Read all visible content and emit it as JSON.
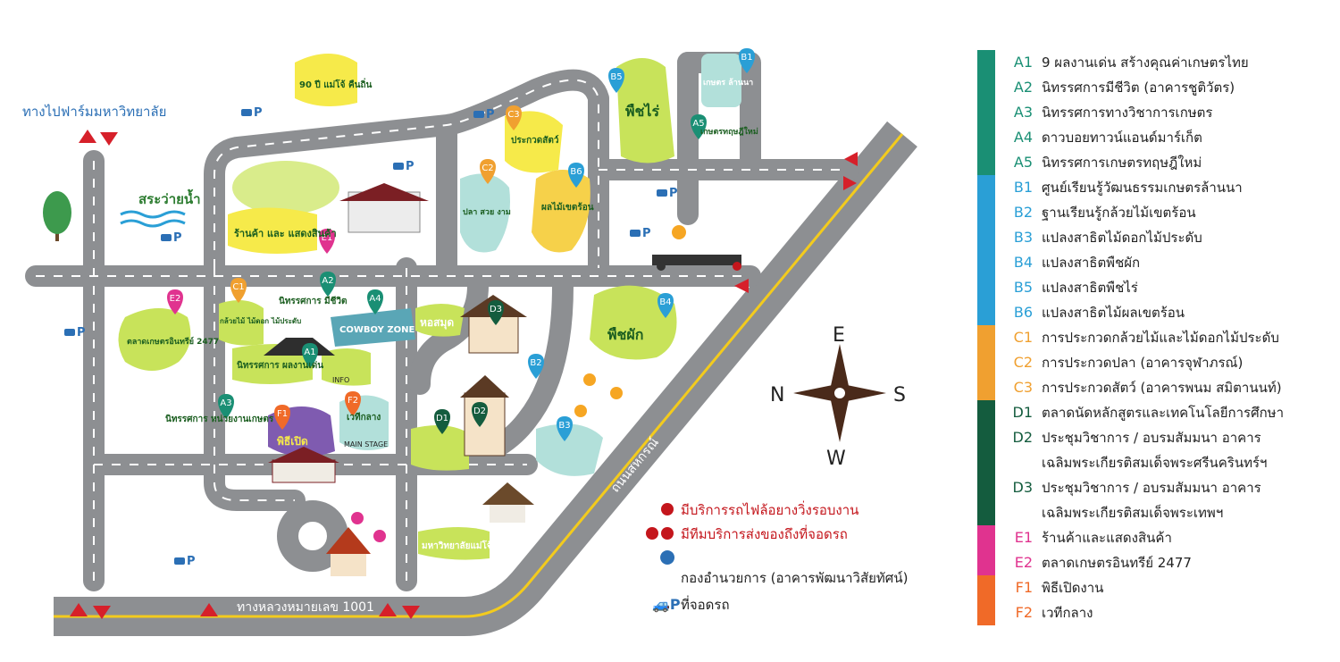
{
  "labels": {
    "farm_direction": "ทางไปฟาร์มมหาวิทยาลัย",
    "highway": "ทางหลวงหมายเลข 1001",
    "sahakorn_road": "ถนนสหกรณ์",
    "swimming_pool": "สระว่ายน้ำ",
    "shop_sign": "ร้านค้า และ แสดงสินค้า",
    "ninety_years": "90 ปี แม่โจ้ คืนถิ่น",
    "cowboy_zone": "COWBOY ZONE",
    "main_stage": "MAIN STAGE",
    "info": "INFO",
    "organic_market": "ตลาดเกษตรอินทรีย์ 2477",
    "field_crops": "พืชไร่",
    "lanna_agri": "เกษตร ล้านนา",
    "new_theory": "เกษตรทฤษฎีใหม่",
    "vegetables": "พืชผัก",
    "tropical_fruit": "ผลไม้เขตร้อน",
    "fish_contest": "ปลา สวย งาม",
    "animal_contest": "ประกวดสัตว์",
    "library": "หอสมุด",
    "university": "มหาวิทยาลัยแม่โจ้",
    "opening": "พิธีเปิด",
    "center_stage": "เวทีกลาง",
    "orchid_contest": "กล้วยไม้ ไม้ดอก ไม้ประดับ",
    "museum": "นิทรรศการ มีชีวิต",
    "achievements": "นิทรรศการ ผลงานเด่น",
    "agri_units": "นิทรรศการ หน่วยงานเกษตร"
  },
  "compass": {
    "n": "N",
    "e": "E",
    "s": "S",
    "w": "W"
  },
  "notes": {
    "tram": "มีบริการรถไฟล้อยางวิ่งรอบงาน",
    "delivery": "มีทีมบริการส่งของถึงที่จอดรถ",
    "hq": "กองอำนวยการ (อาคารพัฒนาวิสัยทัศน์)",
    "parking": "ที่จอดรถ"
  },
  "legend": [
    {
      "code": "A1",
      "text": "9 ผลงานเด่น สร้างคุณค่าเกษตรไทย",
      "group": "A"
    },
    {
      "code": "A2",
      "text": "นิทรรศการมีชีวิต (อาคารชูติวัตร)",
      "group": "A"
    },
    {
      "code": "A3",
      "text": "นิทรรศการทางวิชาการเกษตร",
      "group": "A"
    },
    {
      "code": "A4",
      "text": "ดาวบอยทาวน์แอนด์มาร์เก็ต",
      "group": "A"
    },
    {
      "code": "A5",
      "text": "นิทรรศการเกษตรทฤษฎีใหม่",
      "group": "A"
    },
    {
      "code": "B1",
      "text": "ศูนย์เรียนรู้วัฒนธรรมเกษตรล้านนา",
      "group": "B"
    },
    {
      "code": "B2",
      "text": "ฐานเรียนรู้กล้วยไม้เขตร้อน",
      "group": "B"
    },
    {
      "code": "B3",
      "text": "แปลงสาธิตไม้ดอกไม้ประดับ",
      "group": "B"
    },
    {
      "code": "B4",
      "text": "แปลงสาธิตพืชผัก",
      "group": "B"
    },
    {
      "code": "B5",
      "text": "แปลงสาธิตพืชไร่",
      "group": "B"
    },
    {
      "code": "B6",
      "text": "แปลงสาธิตไม้ผลเขตร้อน",
      "group": "B"
    },
    {
      "code": "C1",
      "text": "การประกวดกล้วยไม้และไม้ดอกไม้ประดับ",
      "group": "C"
    },
    {
      "code": "C2",
      "text": "การประกวดปลา (อาคารจุฬาภรณ์)",
      "group": "C"
    },
    {
      "code": "C3",
      "text": "การประกวดสัตว์ (อาคารพนม สมิตานนท์)",
      "group": "C"
    },
    {
      "code": "D1",
      "text": "ตลาดนัดหลักสูตรและเทคโนโลยีการศึกษา",
      "group": "D"
    },
    {
      "code": "D2",
      "text": "ประชุมวิชาการ / อบรมสัมมนา อาคาร\nเฉลิมพระเกียรติสมเด็จพระศรีนครินทร์ฯ",
      "group": "D"
    },
    {
      "code": "D3",
      "text": "ประชุมวิชาการ / อบรมสัมมนา อาคาร\nเฉลิมพระเกียรติสมเด็จพระเทพฯ",
      "group": "D"
    },
    {
      "code": "E1",
      "text": "ร้านค้าและแสดงสินค้า",
      "group": "E"
    },
    {
      "code": "E2",
      "text": "ตลาดเกษตรอินทรีย์ 2477",
      "group": "E"
    },
    {
      "code": "F1",
      "text": "พิธีเปิดงาน",
      "group": "F"
    },
    {
      "code": "F2",
      "text": "เวทีกลาง",
      "group": "F"
    }
  ],
  "pins": [
    {
      "code": "A1",
      "group": "A"
    },
    {
      "code": "A2",
      "group": "A"
    },
    {
      "code": "A3",
      "group": "A"
    },
    {
      "code": "A4",
      "group": "A"
    },
    {
      "code": "A5",
      "group": "A"
    },
    {
      "code": "B1",
      "group": "B"
    },
    {
      "code": "B2",
      "group": "B"
    },
    {
      "code": "B3",
      "group": "B"
    },
    {
      "code": "B4",
      "group": "B"
    },
    {
      "code": "B5",
      "group": "B"
    },
    {
      "code": "B6",
      "group": "B"
    },
    {
      "code": "C1",
      "group": "C"
    },
    {
      "code": "C2",
      "group": "C"
    },
    {
      "code": "C3",
      "group": "C"
    },
    {
      "code": "D1",
      "group": "D"
    },
    {
      "code": "D2",
      "group": "D"
    },
    {
      "code": "D3",
      "group": "D"
    },
    {
      "code": "E1",
      "group": "E"
    },
    {
      "code": "E2",
      "group": "E"
    },
    {
      "code": "F1",
      "group": "F"
    },
    {
      "code": "F2",
      "group": "F"
    }
  ],
  "group_colors": {
    "A": "#1a8f74",
    "B": "#2a9fd6",
    "C": "#f0a030",
    "D": "#145c3e",
    "E": "#e0338f",
    "F": "#f06a28"
  },
  "parking_label": "P",
  "colors": {
    "road": "#8d8f92",
    "road_dash": "#ffffff",
    "highway_line": "#f3cb1d",
    "arrow": "#d6202a",
    "parking": "#2b6fb5",
    "text_blue": "#2b6fb5",
    "text_red": "#c4161c"
  }
}
